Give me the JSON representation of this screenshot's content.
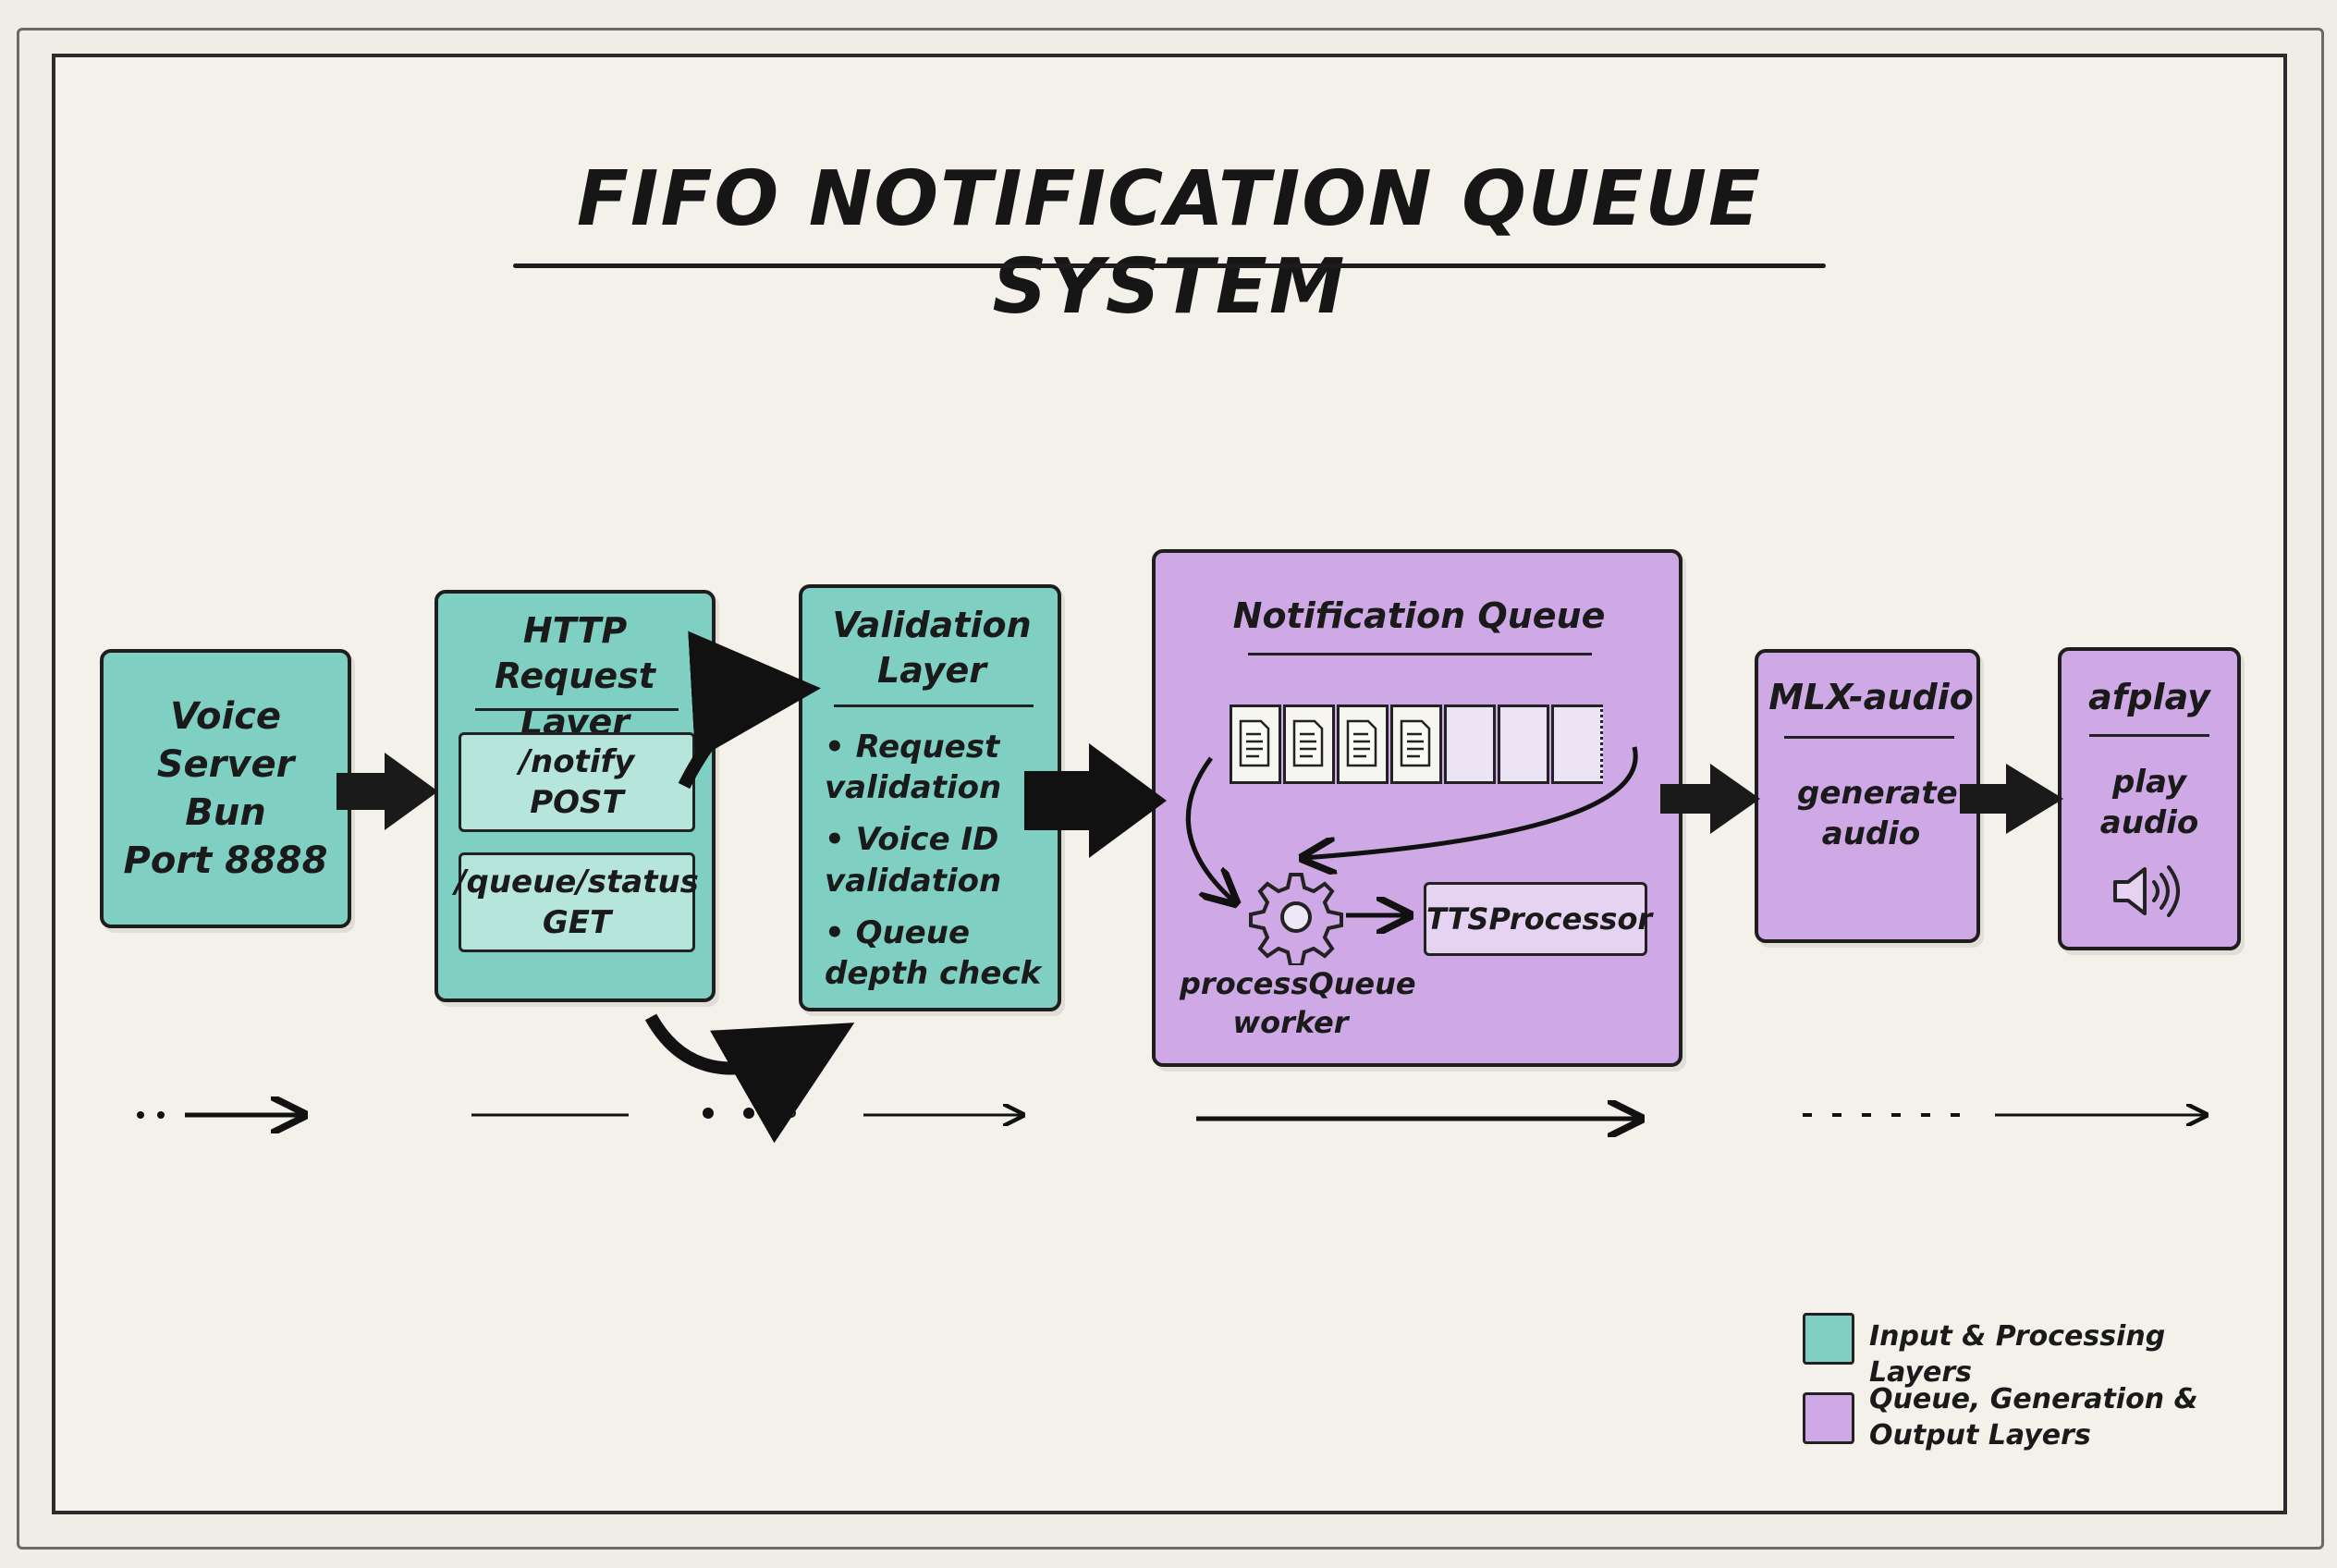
{
  "title": "FIFO Notification Queue System",
  "nodes": {
    "voice_server": {
      "lines": [
        "Voice Server",
        "Bun",
        "Port 8888"
      ]
    },
    "http_layer": {
      "title": "HTTP Request Layer",
      "endpoints": [
        {
          "path": "/notify",
          "method": "POST"
        },
        {
          "path": "/queue/status",
          "method": "GET"
        }
      ]
    },
    "validation_layer": {
      "title": "Validation Layer",
      "items": [
        "Request validation",
        "Voice ID validation",
        "Queue depth check"
      ]
    },
    "notification_queue": {
      "title": "Notification Queue",
      "filled_slots": 4,
      "empty_slots": 3,
      "worker_label": "processQueue worker",
      "processor_label": "TTSProcessor"
    },
    "mlx_audio": {
      "title": "MLX-audio",
      "text": "generate audio"
    },
    "afplay": {
      "title": "afplay",
      "text": "play audio",
      "icon": "speaker-icon"
    }
  },
  "legend": [
    {
      "label": "Input & Processing Layers",
      "color": "#7fd0c3"
    },
    {
      "label": "Queue, Generation & Output Layers",
      "color": "#cfa8e6"
    }
  ],
  "colors": {
    "teal": "#7fd0c3",
    "purple": "#cfa8e6",
    "ink": "#1a1a1a"
  }
}
